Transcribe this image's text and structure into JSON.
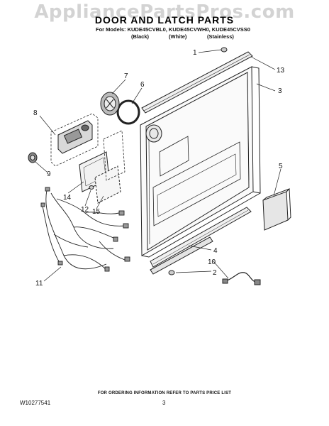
{
  "header": {
    "watermark": "AppliancePartsPros.com",
    "title": "DOOR AND LATCH PARTS",
    "models_line": "For Models: KUDE45CVBL0, KUDE45CVWH0, KUDE45CVSS0",
    "variants": [
      "(Black)",
      "(White)",
      "(Stainless)"
    ]
  },
  "callouts": [
    "1",
    "13",
    "3",
    "7",
    "6",
    "8",
    "9",
    "14",
    "12",
    "15",
    "5",
    "4",
    "10",
    "2",
    "11"
  ],
  "footer": {
    "note": "FOR ORDERING INFORMATION REFER TO PARTS PRICE LIST",
    "doc_id": "W10277541",
    "page": "3"
  }
}
